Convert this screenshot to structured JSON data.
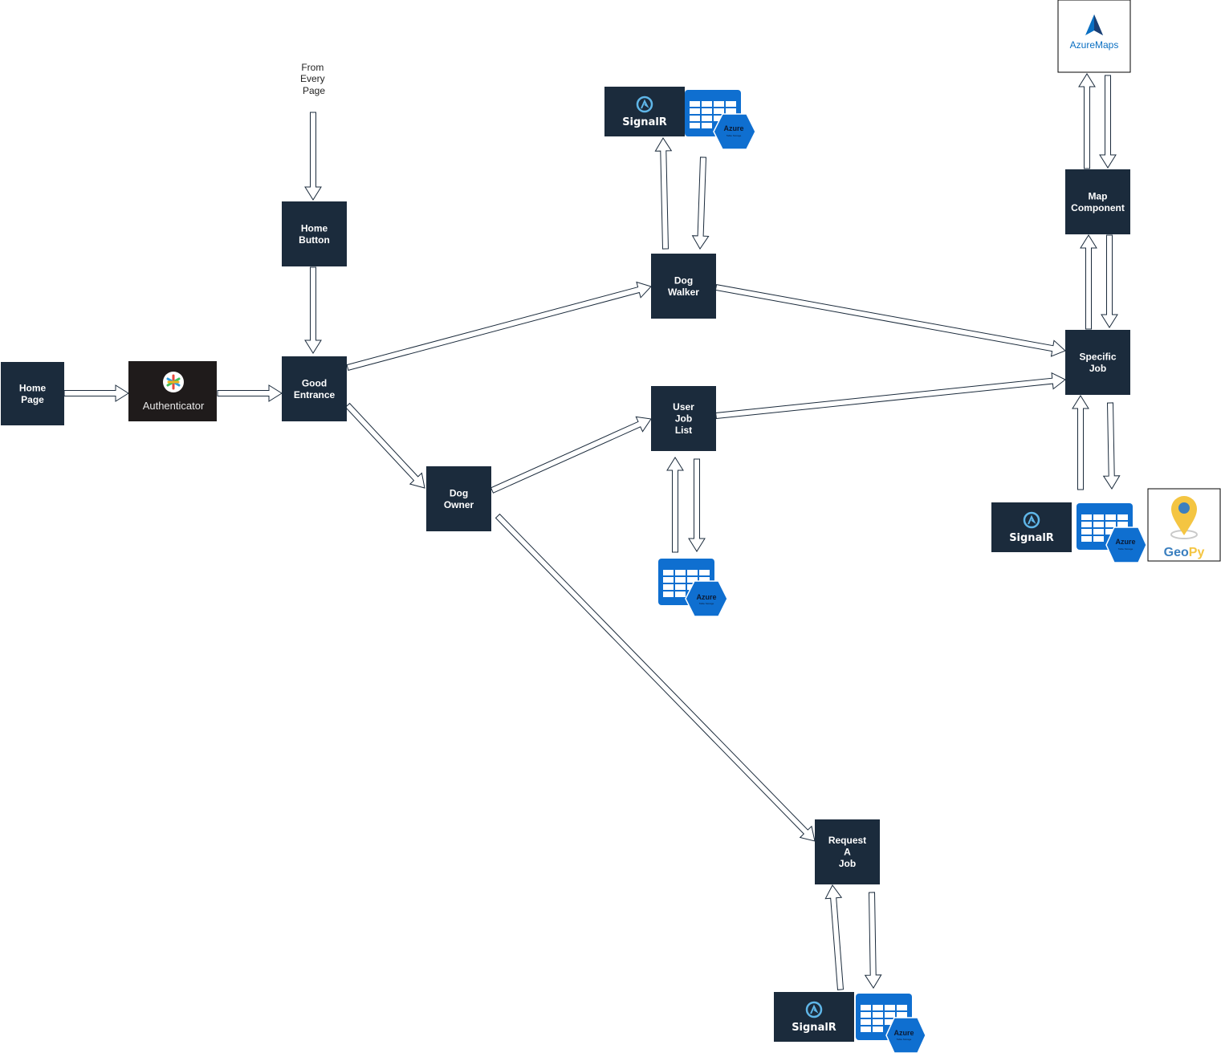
{
  "nodes": [
    {
      "id": "home-page",
      "lines": [
        "Home",
        "Page"
      ]
    },
    {
      "id": "home-button",
      "lines": [
        "Home",
        "Button"
      ]
    },
    {
      "id": "good-entrance",
      "lines": [
        "Good",
        "Entrance"
      ]
    },
    {
      "id": "dog-walker",
      "lines": [
        "Dog",
        "Walker"
      ]
    },
    {
      "id": "dog-owner",
      "lines": [
        "Dog",
        "Owner"
      ]
    },
    {
      "id": "user-job-list",
      "lines": [
        "User",
        "Job",
        "List"
      ]
    },
    {
      "id": "specific-job",
      "lines": [
        "Specific",
        "Job"
      ]
    },
    {
      "id": "map-component",
      "lines": [
        "Map",
        "Component"
      ]
    },
    {
      "id": "request-a-job",
      "lines": [
        "Request",
        "A",
        "Job"
      ]
    }
  ],
  "note": {
    "lines": [
      "From",
      "Every",
      "Page"
    ]
  },
  "logos": {
    "authenticator": "Authenticator",
    "signalr": "SignalR",
    "azure": "Azure",
    "azure_sub": "Table Storage",
    "azure_maps_1": "Azure",
    "azure_maps_2": "Maps",
    "geopy_1": "Geo",
    "geopy_2": "Py"
  },
  "colors": {
    "node": "#1b2b3c",
    "azure_blue": "#0f6fd0",
    "azure_light": "#3aa0ee",
    "signalr_bg": "#1b2b3c",
    "signalr_icon": "#5fb6e8",
    "geopy_pin": "#f4c542",
    "geopy_text": "#f4c542",
    "geopy_blue": "#3b7fbf",
    "maps_blue": "#0a6fc2"
  },
  "edges": [
    {
      "from": "home-page",
      "to": "authenticator"
    },
    {
      "from": "authenticator",
      "to": "good-entrance"
    },
    {
      "from": "from-every-page",
      "to": "home-button"
    },
    {
      "from": "home-button",
      "to": "good-entrance"
    },
    {
      "from": "good-entrance",
      "to": "dog-walker"
    },
    {
      "from": "good-entrance",
      "to": "dog-owner"
    },
    {
      "from": "dog-owner",
      "to": "user-job-list"
    },
    {
      "from": "dog-owner",
      "to": "request-a-job"
    },
    {
      "from": "dog-walker",
      "to": "specific-job"
    },
    {
      "from": "user-job-list",
      "to": "specific-job"
    },
    {
      "from": "dog-walker",
      "to": "signalr-azure"
    },
    {
      "from": "signalr-azure",
      "to": "dog-walker"
    },
    {
      "from": "user-job-list",
      "to": "azure-table"
    },
    {
      "from": "azure-table",
      "to": "user-job-list"
    },
    {
      "from": "specific-job",
      "to": "map-component"
    },
    {
      "from": "map-component",
      "to": "specific-job"
    },
    {
      "from": "map-component",
      "to": "azure-maps"
    },
    {
      "from": "azure-maps",
      "to": "map-component"
    },
    {
      "from": "specific-job",
      "to": "signalr-azure-geopy"
    },
    {
      "from": "signalr-azure-geopy",
      "to": "specific-job"
    },
    {
      "from": "request-a-job",
      "to": "signalr-azure"
    },
    {
      "from": "signalr-azure",
      "to": "request-a-job"
    }
  ]
}
